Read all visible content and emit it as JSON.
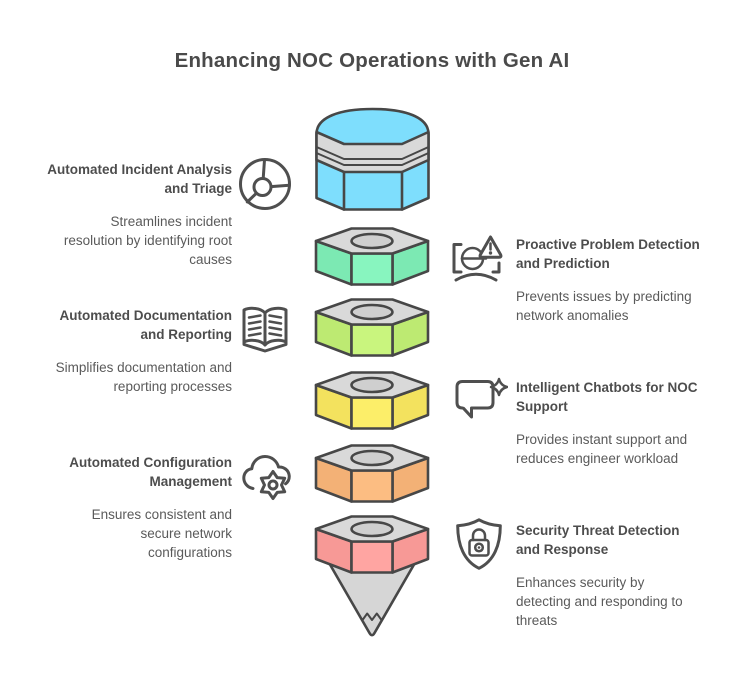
{
  "title": "Enhancing NOC Operations with Gen AI",
  "colors": {
    "background": "#ffffff",
    "title": "#4a4a4a",
    "heading": "#4d4d4d",
    "body": "#5a5a5a",
    "icon": "#4f4f4f",
    "outline": "#474747",
    "metal": "#d9d9d9",
    "hole": "#cfcfcf",
    "tip": "#d6d6d6"
  },
  "left_items": [
    {
      "heading": "Automated Incident Analysis\nand Triage",
      "body": "Streamlines incident\nresolution by identifying root\ncauses",
      "icon": "root-cause-wheel-icon"
    },
    {
      "heading": "Automated Documentation\nand Reporting",
      "body": "Simplifies documentation and\nreporting processes",
      "icon": "open-book-icon"
    },
    {
      "heading": "Automated Configuration\nManagement",
      "body": "Ensures consistent and\nsecure network\nconfigurations",
      "icon": "cloud-gear-icon"
    }
  ],
  "right_items": [
    {
      "heading": "Proactive Problem Detection\nand Prediction",
      "body": "Prevents issues by predicting\nnetwork anomalies",
      "icon": "anomaly-scan-warning-icon"
    },
    {
      "heading": "Intelligent Chatbots for NOC\nSupport",
      "body": "Provides instant support and\nreduces engineer workload",
      "icon": "chat-sparkle-icon"
    },
    {
      "heading": "Security Threat Detection\nand Response",
      "body": "Enhances security by\ndetecting and responding to\nthreats",
      "icon": "shield-lock-icon"
    }
  ],
  "funnel": {
    "segments": [
      {
        "name": "eraser-cap",
        "color": "#7edefd",
        "side": "#73d5f6"
      },
      {
        "name": "nut-1",
        "color": "#88f5bf",
        "side": "#7ce9b3"
      },
      {
        "name": "nut-2",
        "color": "#c9f57e",
        "side": "#bdea72"
      },
      {
        "name": "nut-3",
        "color": "#fcee69",
        "side": "#f3e25e"
      },
      {
        "name": "nut-4",
        "color": "#fcbd82",
        "side": "#f3b176"
      },
      {
        "name": "nut-5",
        "color": "#ffa5a2",
        "side": "#f79996"
      }
    ]
  }
}
